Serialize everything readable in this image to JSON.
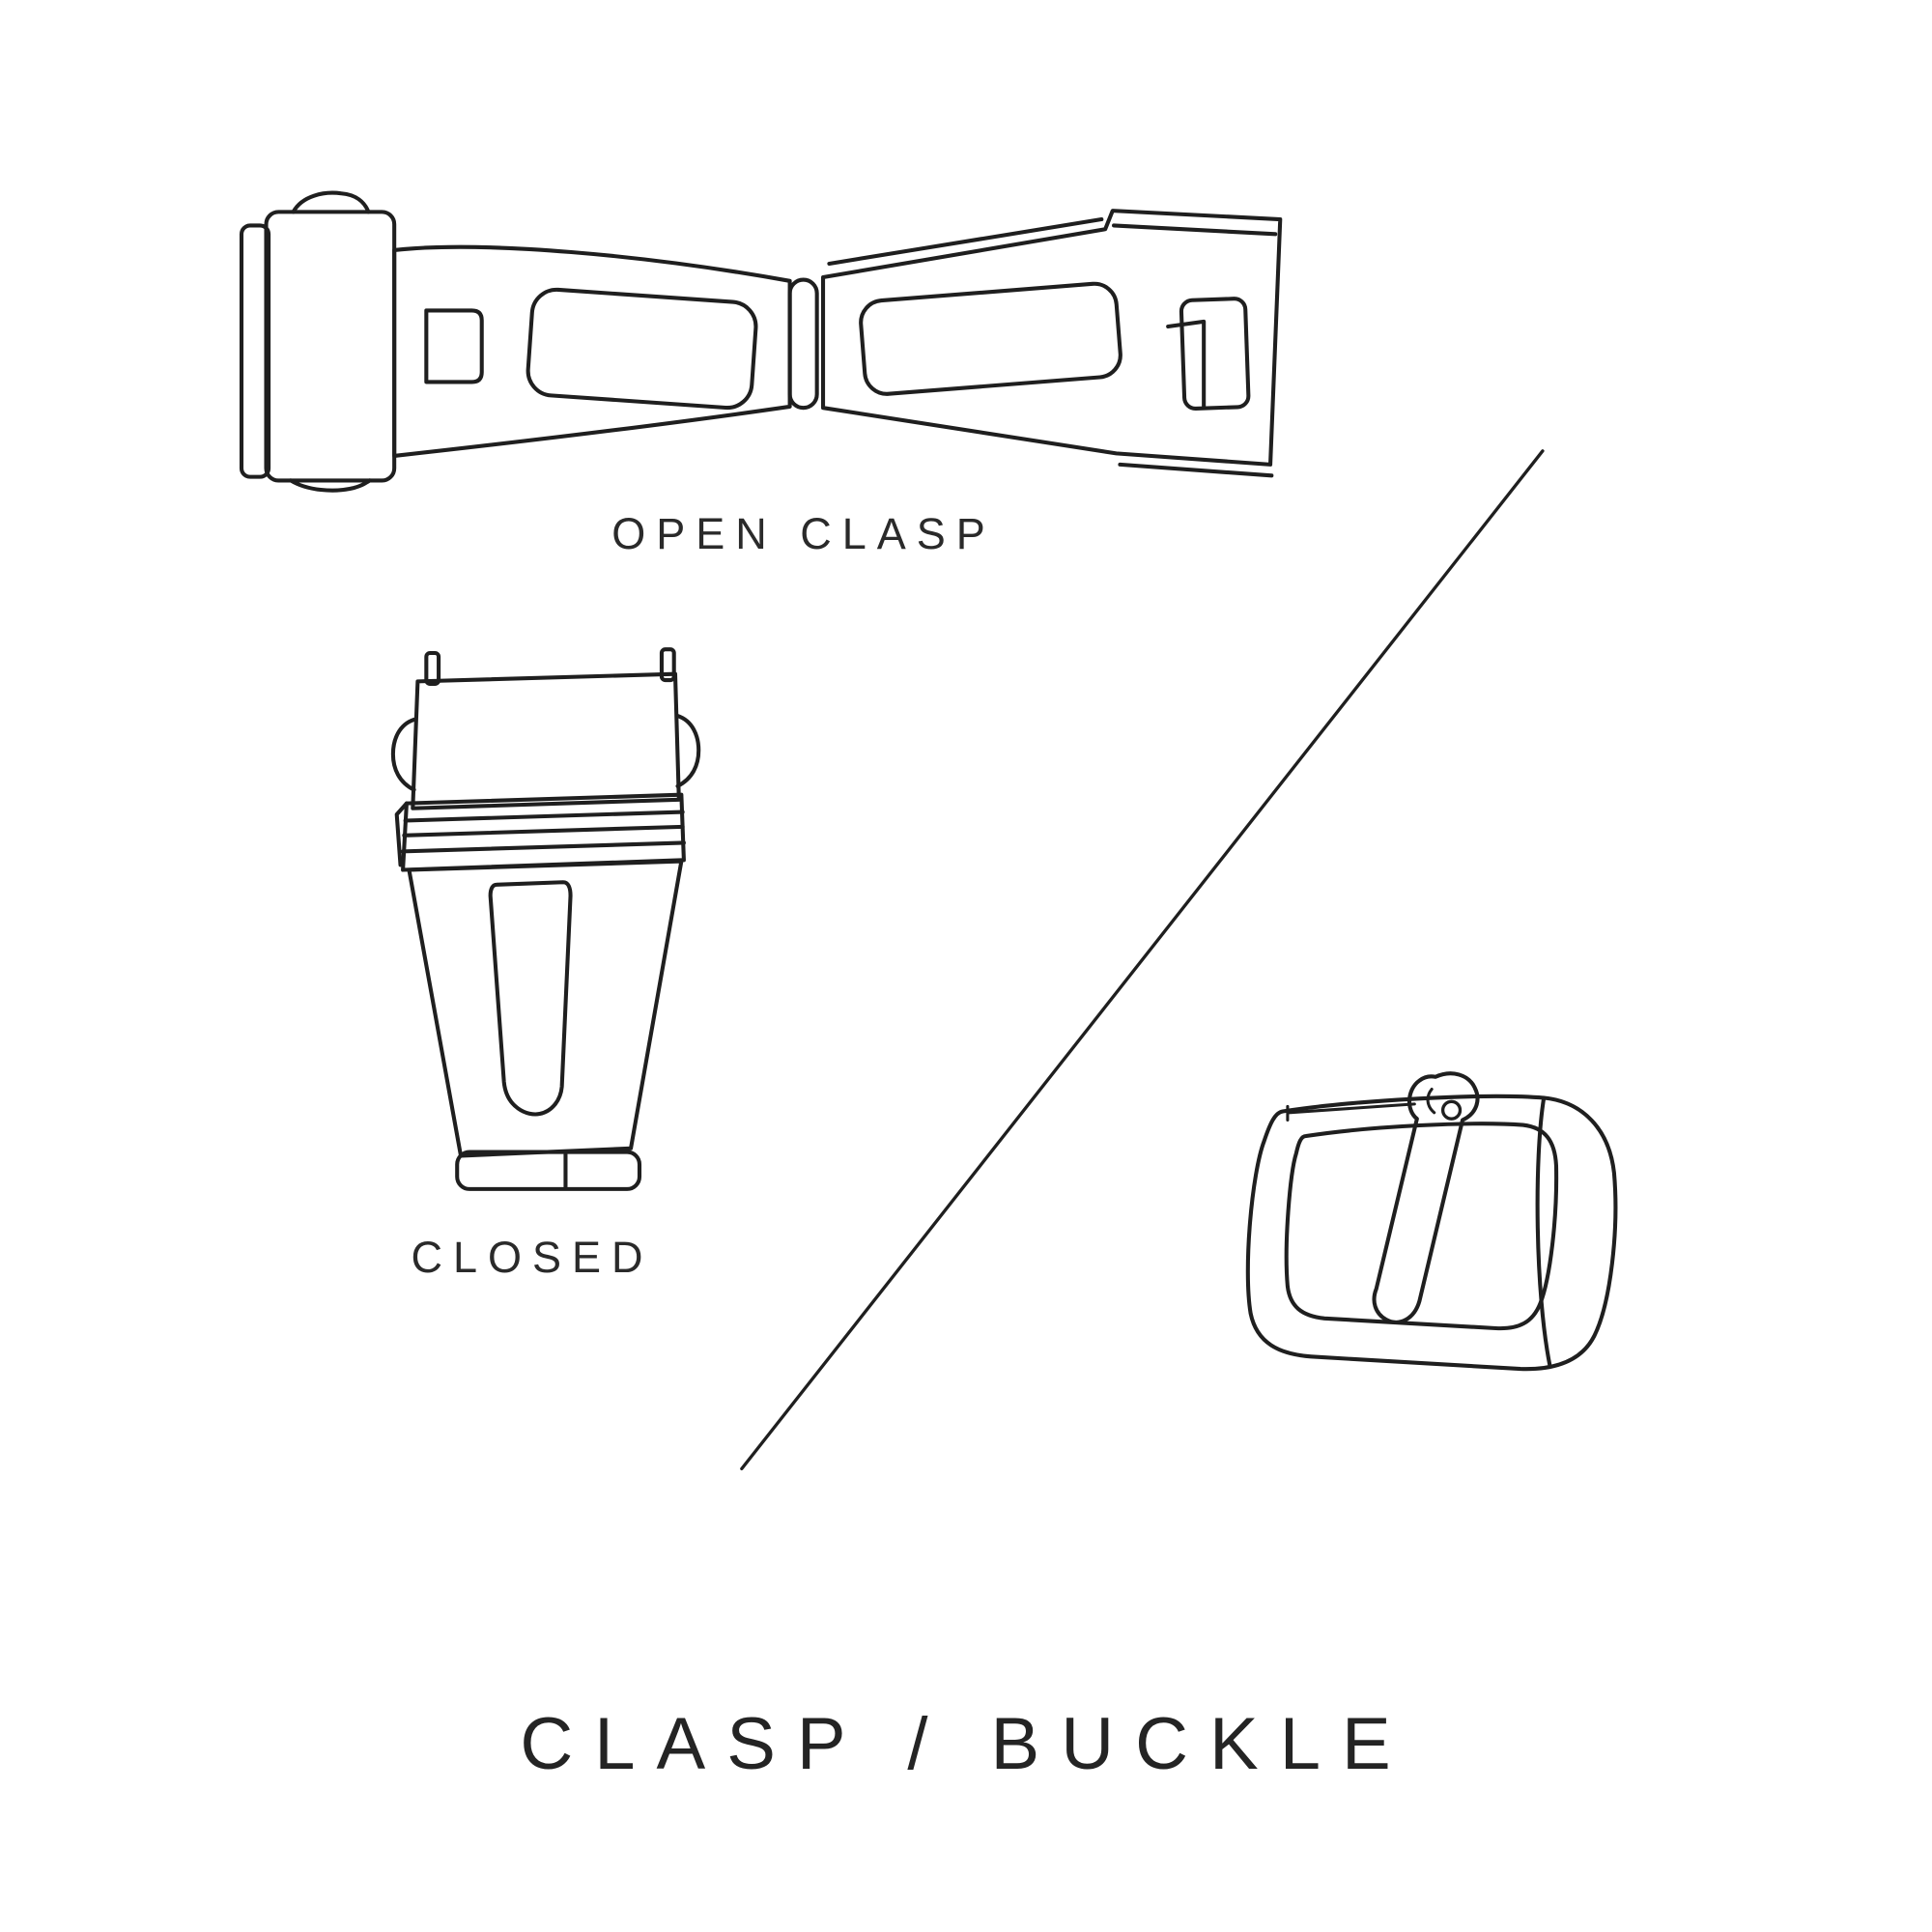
{
  "page": {
    "background_color": "#ffffff",
    "ink_color": "#1f1f1f",
    "title": "CLASP / BUCKLE"
  },
  "illustrations": {
    "open_clasp": {
      "icon": "open-clasp-drawing",
      "label": "OPEN CLASP"
    },
    "closed_clasp": {
      "icon": "closed-clasp-drawing",
      "label": "CLOSED"
    },
    "buckle": {
      "icon": "tang-buckle-drawing",
      "label": ""
    }
  },
  "divider": {
    "icon": "diagonal-divider-line"
  }
}
